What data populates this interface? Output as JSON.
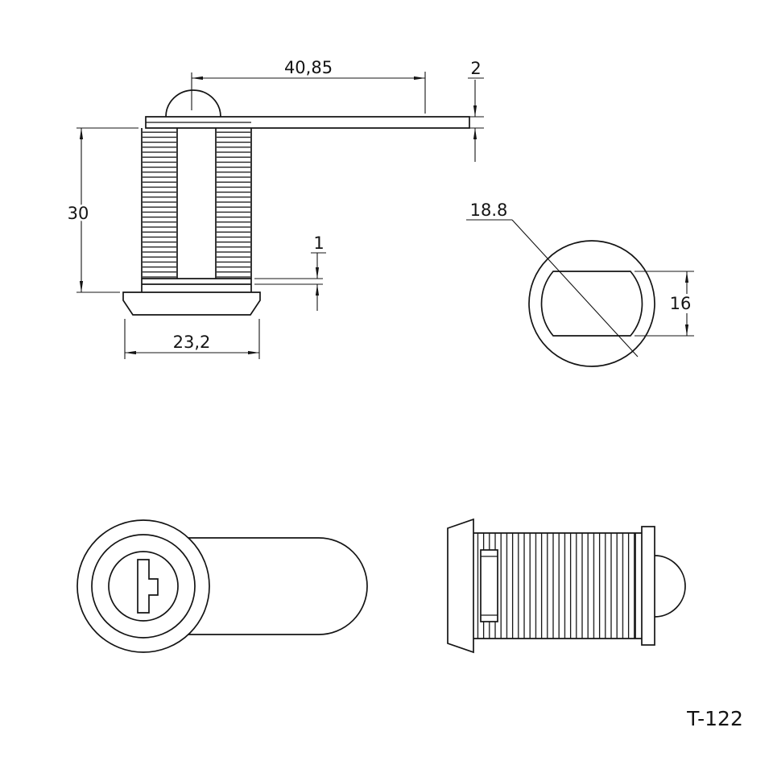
{
  "drawing": {
    "part_number": "T-122",
    "side_view": {
      "cam_length": "40,85",
      "cam_thickness": "2",
      "body_height": "30",
      "washer_gap": "1",
      "base_width": "23,2"
    },
    "section_view": {
      "diameter": "18.8",
      "across_flats": "16"
    }
  }
}
